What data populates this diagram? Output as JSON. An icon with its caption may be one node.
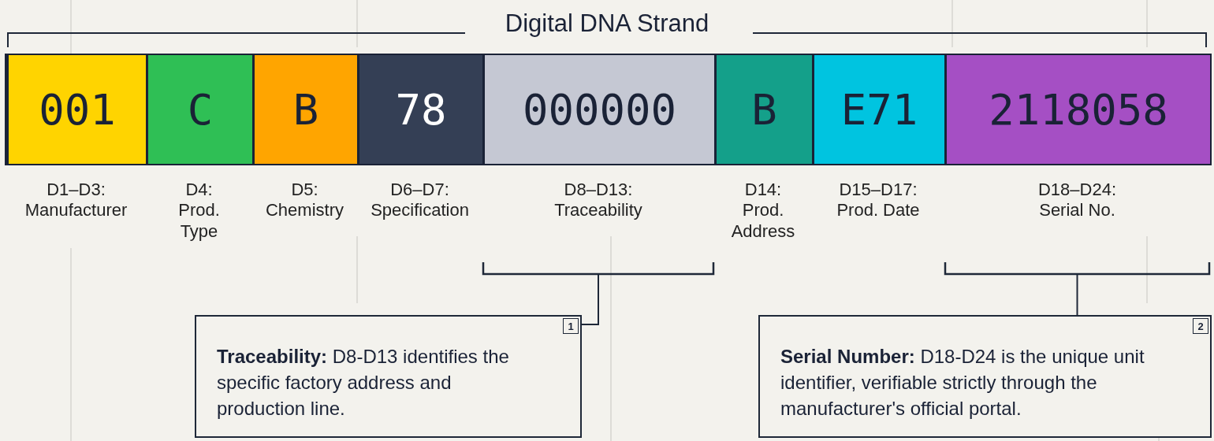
{
  "diagram": {
    "title": "Digital DNA Strand",
    "nodes": [
      {
        "text": [
          "001"
        ],
        "beside": [
          "D1–D3: Manufacturer"
        ]
      },
      {
        "text": [
          "C"
        ],
        "beside": [
          "D4: Prod. Type"
        ]
      },
      {
        "text": [
          "B"
        ],
        "beside": [
          "D5: Chemistry"
        ]
      },
      {
        "text": [
          "78"
        ],
        "beside": [
          "D6–D7: Specification"
        ]
      },
      {
        "text": [
          "000000"
        ],
        "beside": [
          "D8–D13: Traceability"
        ]
      },
      {
        "text": [
          "B"
        ],
        "beside": [
          "D14: Prod. Address"
        ]
      },
      {
        "text": [
          "E71"
        ],
        "beside": [
          "D15–D17: Prod. Date"
        ]
      },
      {
        "text": [
          "2118058"
        ],
        "beside": [
          "D18–D24: Serial No."
        ]
      },
      {
        "text": [],
        "shape": "bracket"
      },
      {
        "text": [],
        "shape": "bracket"
      },
      {
        "text": [
          "1",
          "**Traceability:** D8-D13 identifies the specific factory address and production line."
        ]
      },
      {
        "text": [
          "2",
          "**Serial Number:** D18-D24 is the unique unit identifier, verifiable strictly through the manufacturer's official portal."
        ]
      }
    ],
    "edges": [
      {
        "from": 8,
        "to": 10,
        "arrow": "none"
      },
      {
        "from": 9,
        "to": 11,
        "arrow": "none"
      }
    ]
  }
}
